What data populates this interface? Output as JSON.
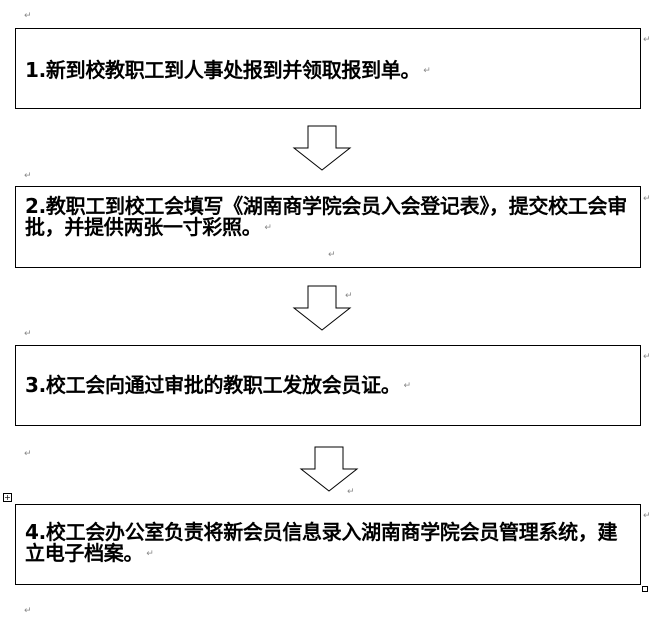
{
  "steps": [
    {
      "text": "1.新到校教职工到人事处报到并领取报到单。"
    },
    {
      "text": "2.教职工到校工会填写《湖南商学院会员入会登记表》，提交校工会审批，并提供两张一寸彩照。"
    },
    {
      "text": "3.校工会向通过审批的教职工发放会员证。"
    },
    {
      "text": "4.校工会办公室负责将新会员信息录入湖南商学院会员管理系统，建立电子档案。"
    }
  ],
  "paragraph_mark": "↵",
  "colors": {
    "border": "#000000",
    "background": "#ffffff",
    "mark": "#888888"
  }
}
